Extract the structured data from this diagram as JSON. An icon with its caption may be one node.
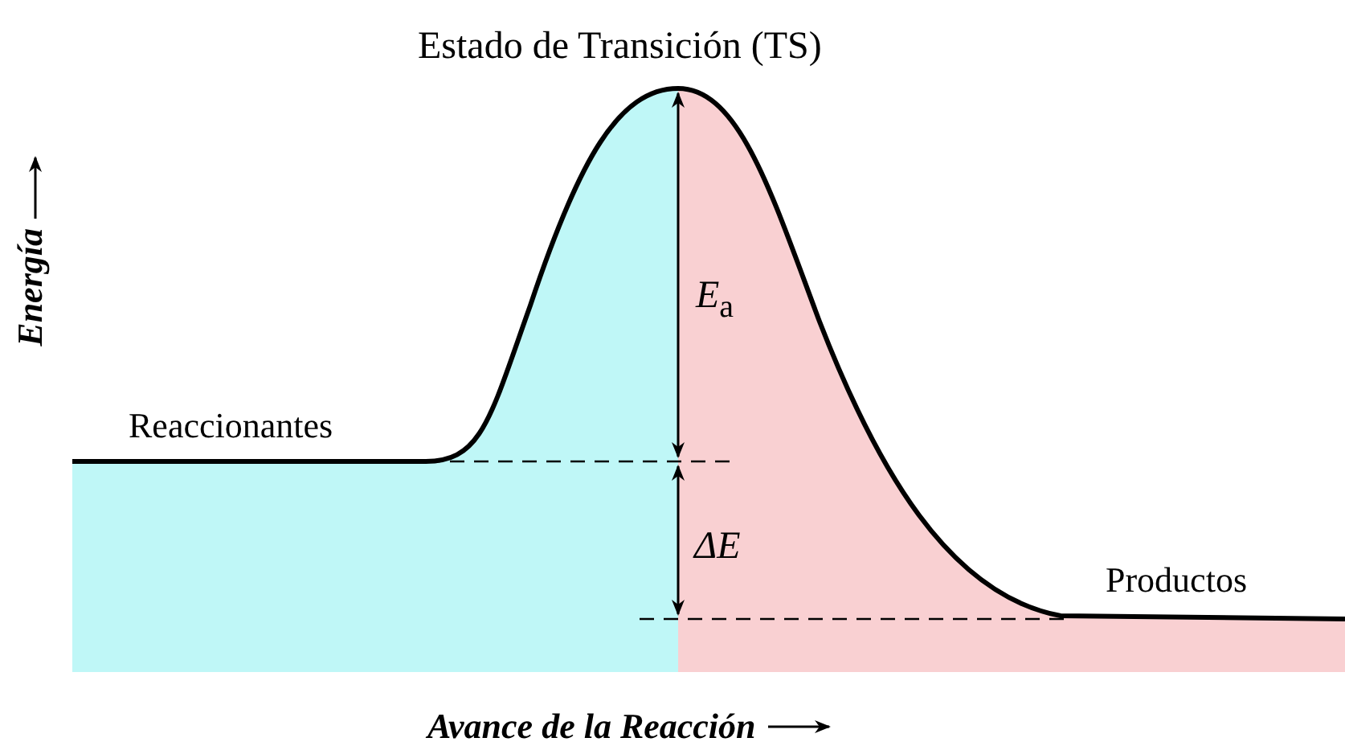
{
  "diagram": {
    "title": "Estado de Transición (TS)",
    "labels": [
      "Energía",
      "*E*$_{a}$",
      "Reaccionantes",
      "ΔE",
      "Productos",
      "Avance de la Reacción"
    ]
  }
}
